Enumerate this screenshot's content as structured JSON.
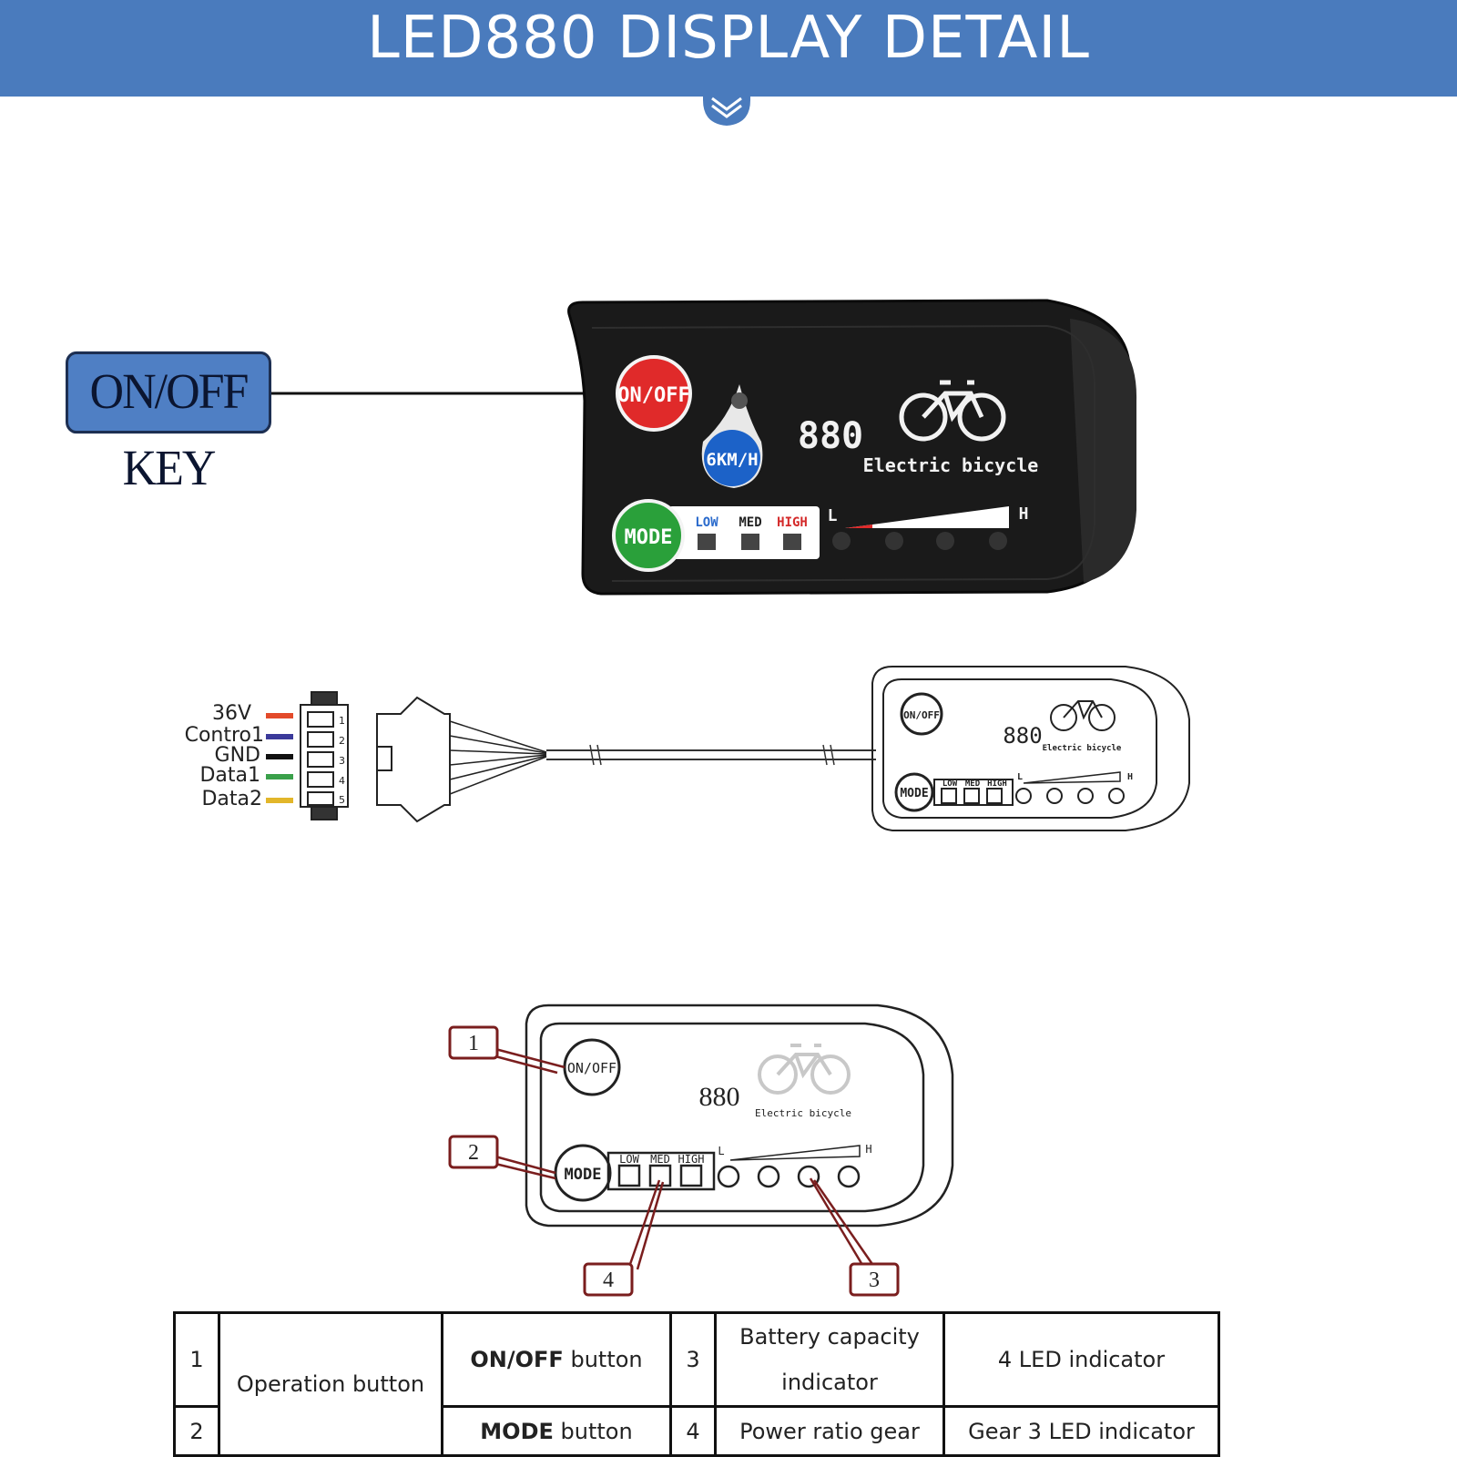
{
  "header": {
    "title": "LED880 DISPLAY DETAIL"
  },
  "callout": {
    "label": "ON/OFF KEY"
  },
  "photo": {
    "on_off": "ON/OFF",
    "speed_button": "6KM/H",
    "mode": "MODE",
    "model": "880",
    "brand": "Electric bicycle",
    "levels": [
      "LOW",
      "MED",
      "HIGH"
    ],
    "bar_low": "L",
    "bar_high": "H"
  },
  "wiring": {
    "wires": [
      {
        "label": "36V",
        "color": "#e34a2a"
      },
      {
        "label": "Contro1",
        "color": "#3b3a9a"
      },
      {
        "label": "GND",
        "color": "#111111"
      },
      {
        "label": "Data1",
        "color": "#3aa04a"
      },
      {
        "label": "Data2",
        "color": "#e2b62a"
      }
    ],
    "pins": [
      "1",
      "2",
      "3",
      "4",
      "5"
    ],
    "display": {
      "on_off": "ON/OFF",
      "mode": "MODE",
      "model": "880",
      "brand": "Electric bicycle",
      "levels": [
        "LOW",
        "MED",
        "HIGH"
      ],
      "bar_low": "L",
      "bar_high": "H"
    }
  },
  "diagram": {
    "on_off": "ON/OFF",
    "mode": "MODE",
    "model": "880",
    "brand": "Electric bicycle",
    "levels": [
      "LOW",
      "MED",
      "HIGH"
    ],
    "bar_low": "L",
    "bar_high": "H",
    "callouts": [
      "1",
      "2",
      "3",
      "4"
    ]
  },
  "table": {
    "rows": [
      {
        "num": "1",
        "group": "Operation button",
        "item": "ON/OFF",
        "item_suffix": " button",
        "num2": "3",
        "desc": "Battery capacity indicator",
        "desc_line1": "Battery capacity",
        "desc_line2": "indicator",
        "value": "4 LED indicator"
      },
      {
        "num": "2",
        "item": "MODE",
        "item_suffix": " button",
        "num2": "4",
        "desc": "Power ratio gear",
        "value": "Gear 3 LED indicator"
      }
    ]
  }
}
